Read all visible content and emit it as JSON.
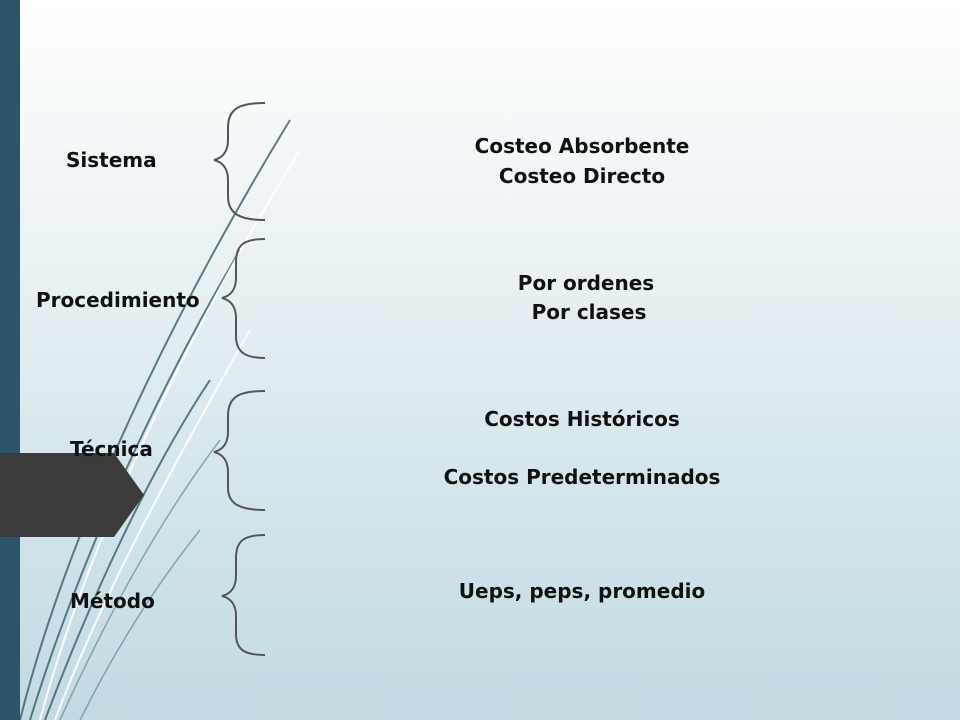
{
  "rows": [
    {
      "term": "Sistema",
      "values": [
        "Costeo Absorbente",
        "Costeo Directo"
      ]
    },
    {
      "term": "Procedimiento",
      "values": [
        "Por ordenes",
        "Por clases"
      ]
    },
    {
      "term": "Técnica",
      "values": [
        "Costos Históricos",
        "Costos Predeterminados"
      ]
    },
    {
      "term": "Método",
      "values": [
        "Ueps, peps, promedio"
      ]
    }
  ],
  "colors": {
    "band": "#2d5468",
    "pointer": "#3b3b3b",
    "brace": "#555555"
  }
}
